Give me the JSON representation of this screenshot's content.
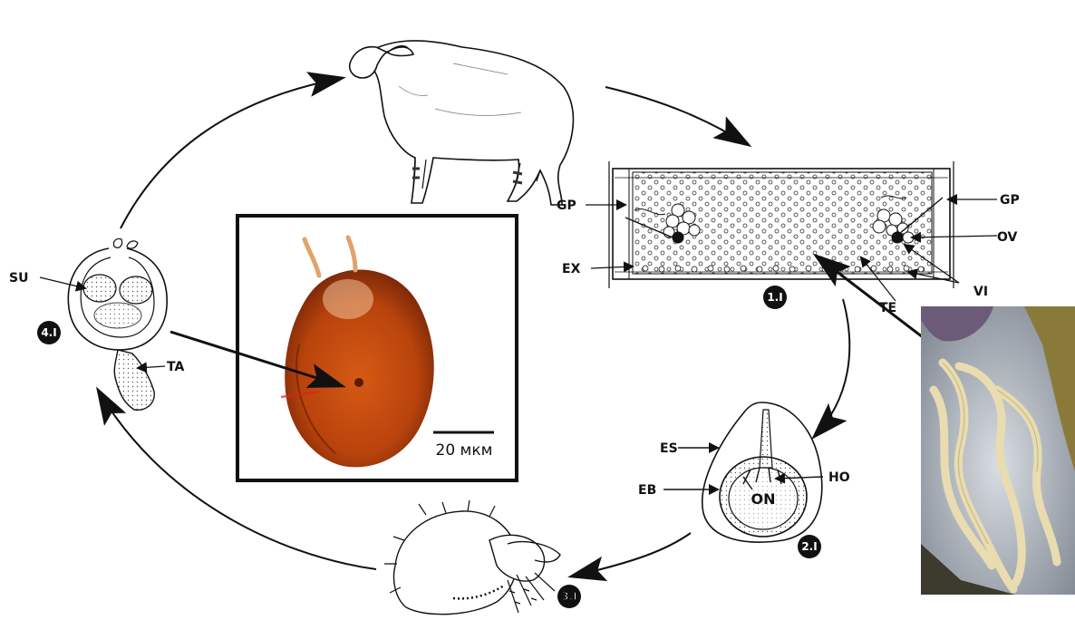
{
  "labels": {
    "segment_gp_left": "GP",
    "segment_gp_right": "GP",
    "segment_ov": "OV",
    "segment_ex": "EX",
    "segment_vi": "VI",
    "segment_te": "TE",
    "egg_es": "ES",
    "egg_eb": "EB",
    "egg_ho": "HO",
    "egg_on": "ON",
    "oncosphere_su": "SU",
    "oncosphere_ta": "TA"
  },
  "stages": {
    "stage_1": "1.I",
    "stage_2": "2.I",
    "stage_3": "3.I",
    "stage_4": "4.I"
  },
  "micrograph": {
    "scale_label": "20 мкм"
  },
  "colors": {
    "line": "#111111",
    "micrograph_specimen": "#b8430c",
    "tapeworm_photo": "#e8dcb0"
  }
}
